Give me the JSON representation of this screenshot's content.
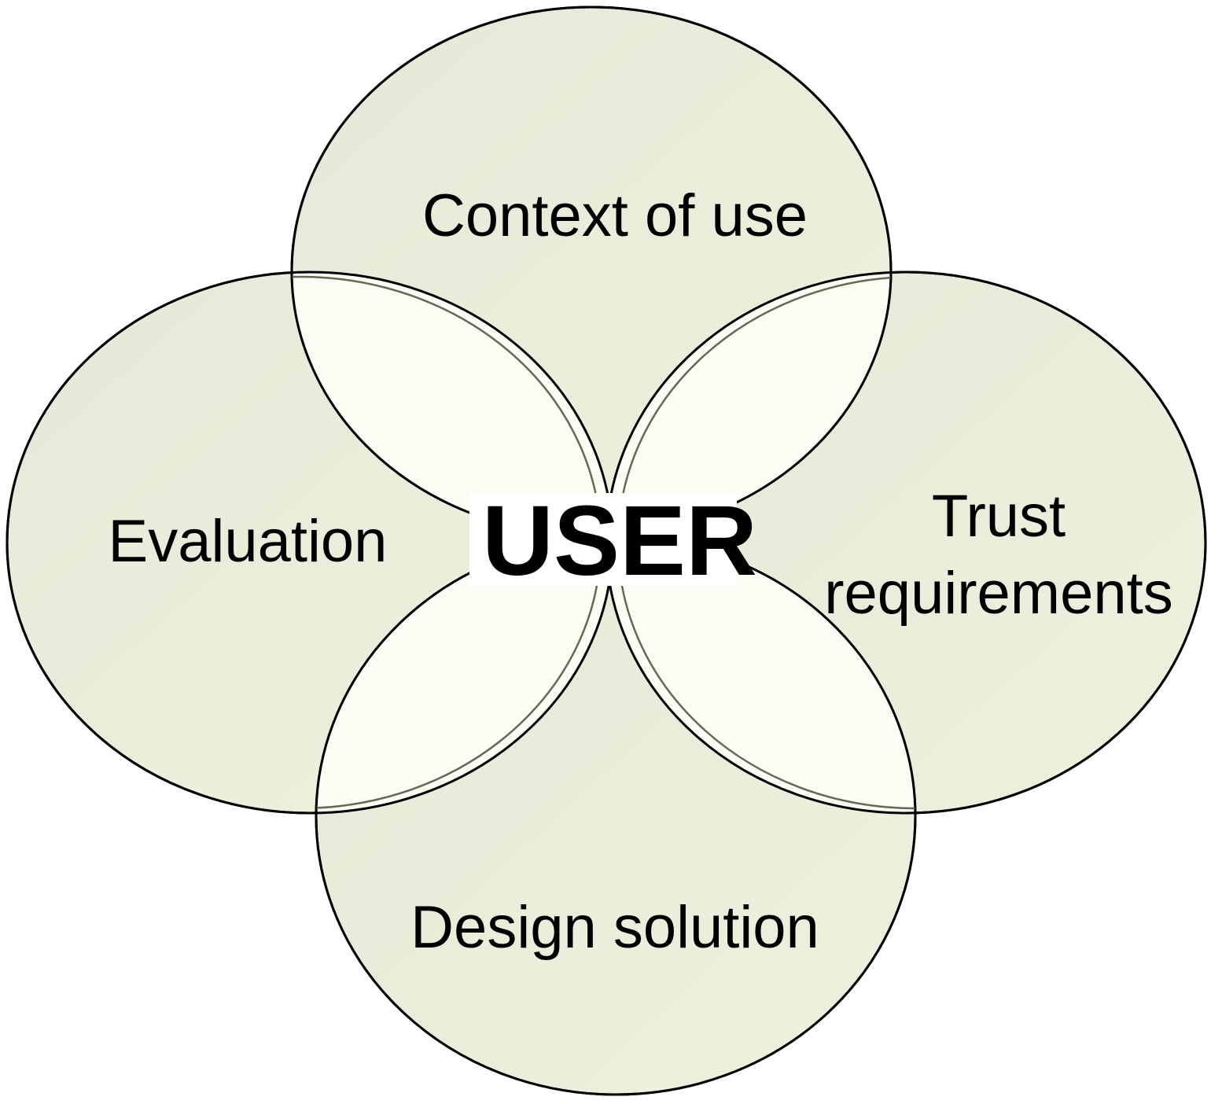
{
  "diagram": {
    "center": {
      "label": "USER"
    },
    "circles": [
      {
        "id": "top",
        "lines": [
          "Context of use"
        ]
      },
      {
        "id": "left",
        "lines": [
          "Evaluation"
        ]
      },
      {
        "id": "right",
        "lines": [
          "Trust",
          "requirements"
        ]
      },
      {
        "id": "bottom",
        "lines": [
          "Design solution"
        ]
      }
    ],
    "colors": {
      "circle_fill": "#E9ECD9",
      "overlap_fill": "#FBFCF4",
      "outline": "#000000",
      "background": "#FFFFFF",
      "text": "#000000"
    }
  }
}
